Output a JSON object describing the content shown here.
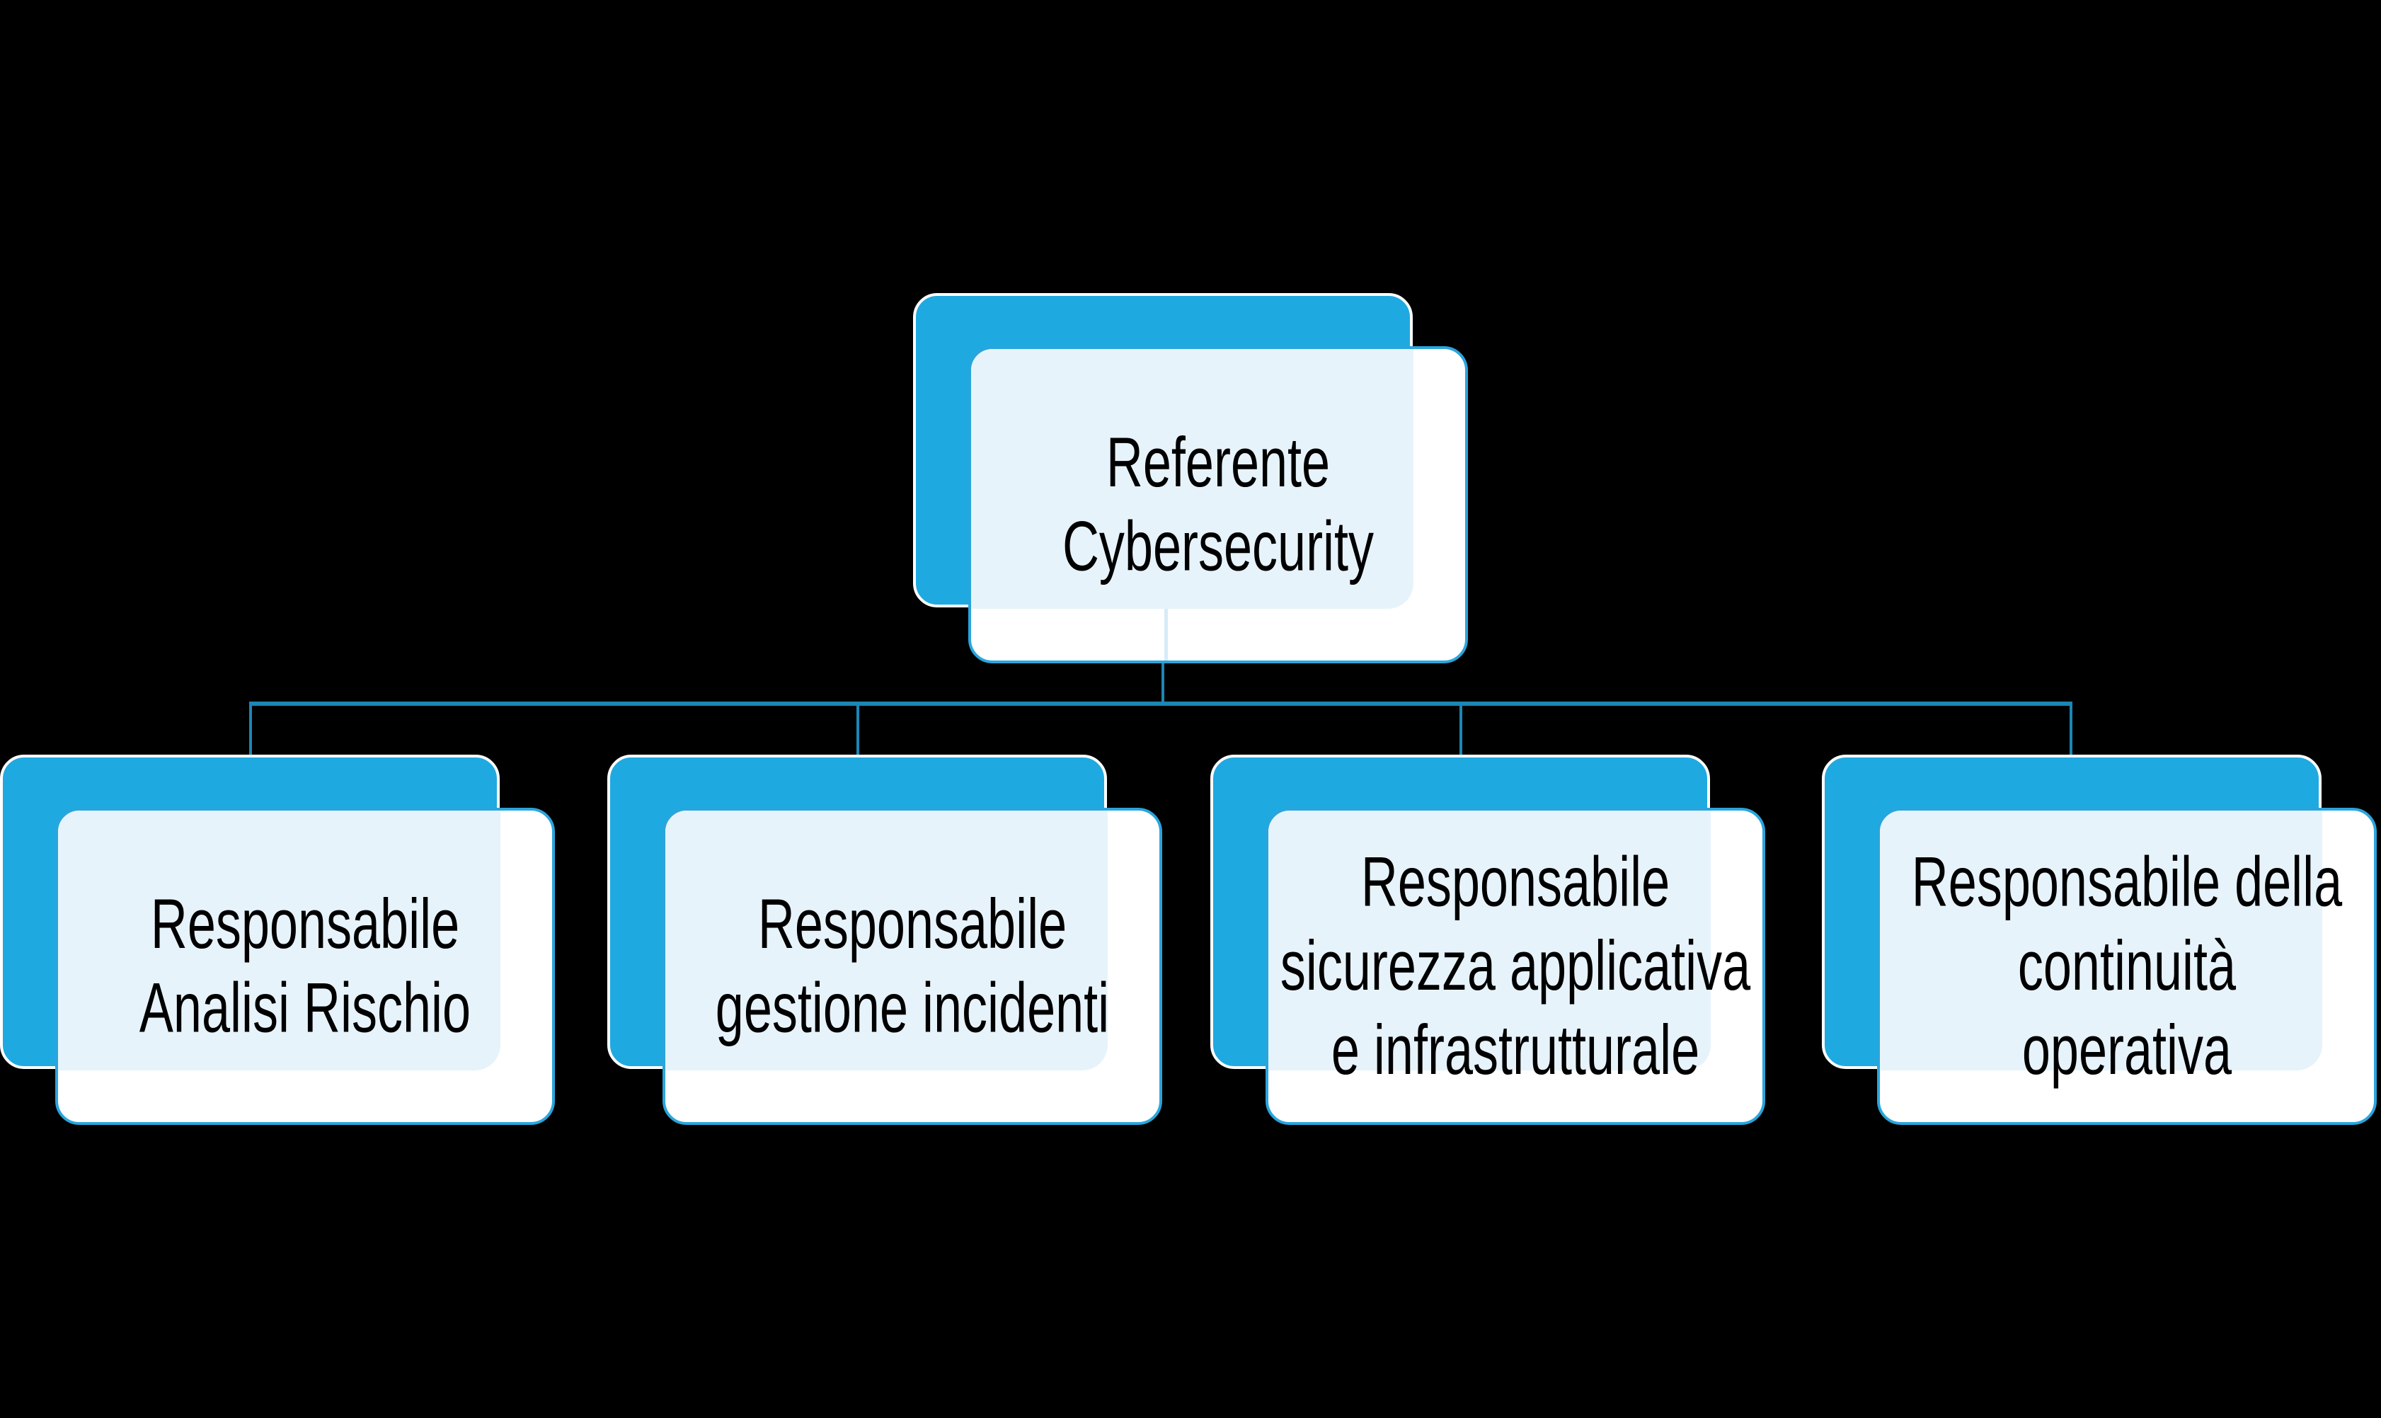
{
  "diagram": {
    "type": "org-chart",
    "root": {
      "label": "Referente\nCybersecurity"
    },
    "children": [
      {
        "label": "Responsabile\nAnalisi Rischio"
      },
      {
        "label": "Responsabile\ngestione incidenti"
      },
      {
        "label": "Responsabile\nsicurezza applicativa\ne infrastrutturale"
      },
      {
        "label": "Responsabile della\ncontinuità\noperativa"
      }
    ]
  },
  "colors": {
    "background": "#000000",
    "accent": "#1FA9E1",
    "border": "#2AA5DC",
    "tint": "#E7F3FB",
    "panel": "#FFFFFF",
    "connector": "#1C86B6",
    "ghost_line": "#D7EBF7",
    "text": "#000000"
  }
}
